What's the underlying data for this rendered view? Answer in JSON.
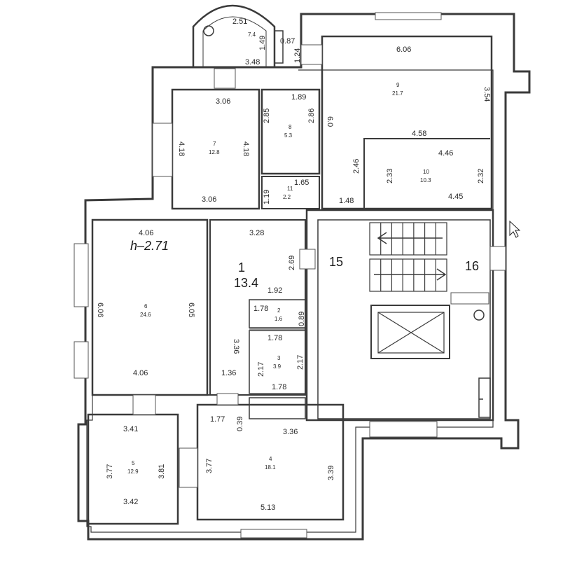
{
  "plan": {
    "height_label": "h–2.71",
    "rooms": [
      {
        "num": "1",
        "area": "13.4"
      },
      {
        "num": "2",
        "area": "1.6"
      },
      {
        "num": "3",
        "area": "3.9"
      },
      {
        "num": "4",
        "area": "18.1"
      },
      {
        "num": "5",
        "area": "12.9"
      },
      {
        "num": "6",
        "area": "24.6"
      },
      {
        "num": "7",
        "area": "12.8"
      },
      {
        "num": "8",
        "area": "5.3"
      },
      {
        "num": "9",
        "area": "21.7"
      },
      {
        "num": "10",
        "area": "10.3"
      },
      {
        "num": "11",
        "area": "2.2"
      }
    ],
    "stair_labels": [
      "15",
      "16"
    ],
    "dims": {
      "d_2_51": "2.51",
      "d_7_4": "7.4",
      "d_1_49": "1.49",
      "d_0_87": "0.87",
      "d_3_48": "3.48",
      "d_1_24": "1.24",
      "d_6_06": "6.06",
      "d_3_54": "3.54",
      "d_3_06_top": "3.06",
      "d_1_89": "1.89",
      "d_6_0": "6.0",
      "d_4_18_l": "4.18",
      "d_4_18_r": "4.18",
      "d_2_85": "2.85",
      "d_2_86": "2.86",
      "d_4_58": "4.58",
      "d_4_46": "4.46",
      "d_2_46": "2.46",
      "d_2_33": "2.33",
      "d_2_32": "2.32",
      "d_1_19": "1.19",
      "d_1_65": "1.65",
      "d_3_06_bot": "3.06",
      "d_1_48": "1.48",
      "d_4_45": "4.45",
      "d_4_06_top": "4.06",
      "d_3_28": "3.28",
      "d_2_69": "2.69",
      "d_1_92": "1.92",
      "d_1_78_a": "1.78",
      "d_0_89": "0.89",
      "d_6_06_l": "6.06",
      "d_6_05": "6.05",
      "d_1_78_b": "1.78",
      "d_3_36_v": "3.36",
      "d_2_17_l": "2.17",
      "d_2_17_r": "2.17",
      "d_1_36": "1.36",
      "d_1_78_c": "1.78",
      "d_4_06_bot": "4.06",
      "d_1_77": "1.77",
      "d_0_39": "0.39",
      "d_3_36_h": "3.36",
      "d_3_41": "3.41",
      "d_3_77_a": "3.77",
      "d_3_81": "3.81",
      "d_3_77_b": "3.77",
      "d_3_39": "3.39",
      "d_3_42": "3.42",
      "d_5_13": "5.13"
    }
  }
}
